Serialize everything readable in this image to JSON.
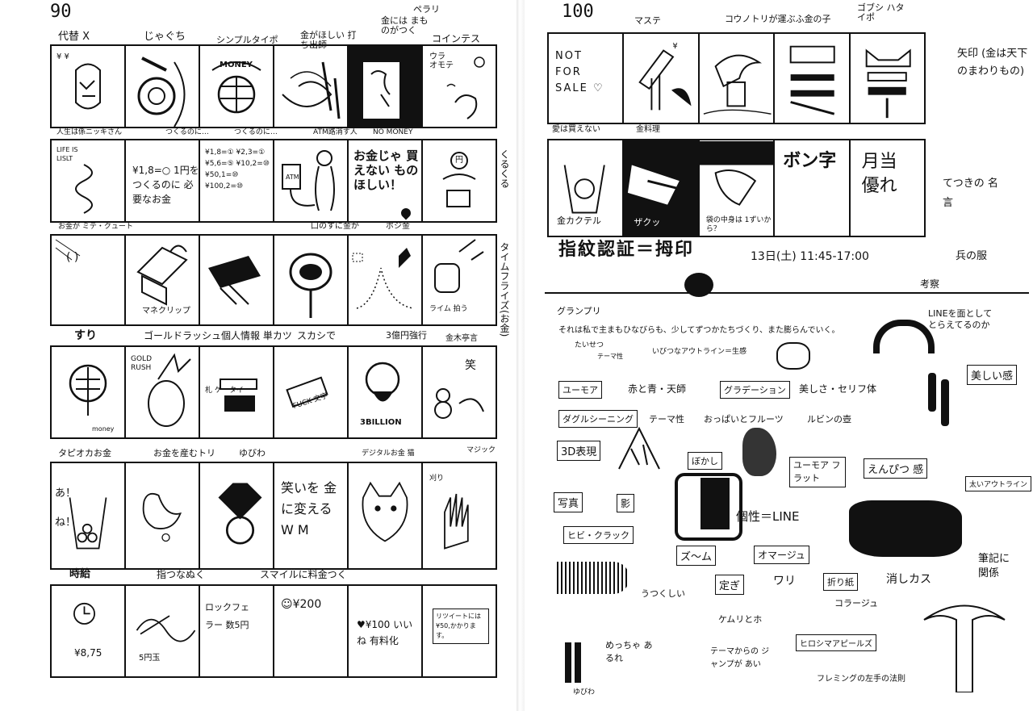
{
  "left_page": {
    "page_number": "90",
    "row1": {
      "headers": [
        "代替 X",
        "じゃぐち",
        "シンプルタイポ",
        "金がほしい 打ち出師",
        "金には まものがつく",
        "コインテス"
      ],
      "above": "ペラリ",
      "cells": [
        "¥ ¥",
        "",
        "MONEY",
        "",
        "",
        "ウラ オモテ"
      ],
      "bottom": [
        "人生は係ニッキさん",
        "つくるのに…",
        "つくるのに…",
        "ATM路消す人",
        "NO MONEY"
      ]
    },
    "row2": {
      "cells": [
        "LIFE IS LISLT",
        "¥1,8=○ 1円をつくるのに 必要なお金",
        "¥1,8=① ¥2,3=① ¥5,6=⑤ ¥10,2=⑩ ¥50,1=⑩ ¥100,2=⑩",
        "ATM",
        "お金じゃ 買えない ものほしい！",
        "円"
      ],
      "side": "くるくる",
      "bottom": [
        "お金が ミテ・クュート",
        "口のすに金が",
        "ポジ金"
      ]
    },
    "row3": {
      "cells": [
        "( )",
        "マネクリップ",
        "",
        "",
        "",
        "ライム 拍う"
      ],
      "side": "タイムフライズ(お金)"
    },
    "row4": {
      "headers": [
        "すり",
        "ゴールドラッシュ個人情報 単カツ",
        "スカシで",
        "3億円強行",
        "金木亭言"
      ],
      "cells": [
        "money",
        "GOLD RUSH",
        "札 ケータイ",
        "FUCK 文字",
        "3BILLION",
        "笑"
      ]
    },
    "row5": {
      "headers": [
        "タピオカお金",
        "お金を産むトリ",
        "ゆびわ",
        "デジタルお金 猫",
        "マジック"
      ],
      "cells": [
        "あ！ね！",
        "",
        "",
        "笑いを 金に変える W M",
        "",
        "刈り"
      ]
    },
    "row6": {
      "headers": [
        "時給",
        "指つなぬく",
        "スマイルに料金つく"
      ],
      "cells": [
        "¥8,75",
        "5円玉",
        "ロックフェラー 数5円",
        "☺¥200",
        "♥¥100 いいね 有料化",
        "リツイートには ¥50,かかります。"
      ]
    }
  },
  "right_page": {
    "page_number": "100",
    "row1": {
      "headers": [
        "マステ",
        "コウノトリが運ぶふ金の子",
        "ゴブシ ハタイポ"
      ],
      "cells": [
        "NOT FOR SALE ♡",
        "¥",
        "",
        "",
        ""
      ],
      "side": "矢印 (金は天下のまわりもの)"
    },
    "row2": {
      "headers": [
        "愛は買えない",
        "金料理"
      ],
      "cells": [
        "金カクテル",
        "ザクッ",
        "袋の中身は 1ずいから？",
        "ボン字",
        "月当 優れ"
      ],
      "side": "てつきの 名言"
    },
    "title": "指紋認証＝拇印",
    "date": "13日(土) 11:45-17:00",
    "note_right": "兵の服",
    "note_consider": "考察",
    "section": "グランプリ",
    "sentence": "それは私で主まもひなびらも、少してずつかたちづくり、また膨らんでいく。",
    "sub1": "たいせつ",
    "sub1b": "テーマ性",
    "sub2": "いびつなアウトライン＝生感",
    "line_note": "LINEを面として とらえてるのか",
    "boxes": [
      "ユーモア",
      "グラデーション",
      "ダグルシーニング",
      "3D表現",
      "写真",
      "影",
      "ヒビ・クラック",
      "ぼかし",
      "ユーモア フラット",
      "えんぴつ 感",
      "ズ〜ム",
      "オマージュ",
      "定ぎ",
      "折り紙",
      "美しい感",
      "ヒロシマアピールズ"
    ],
    "words": [
      "赤と青・天師",
      "美しさ・セリフ体",
      "テーマ性",
      "おっぱいとフルーツ",
      "ルビンの壺",
      "個性＝LINE",
      "太いアウトライン",
      "うつくしい",
      "ケムリとホ",
      "消しカス",
      "コラージュ",
      "筆記に関係",
      "めっちゃ あるれ",
      "テーマからの ジャンプが あい",
      "フレミングの左手の法則",
      "ゆびわ",
      "ワリ"
    ]
  }
}
